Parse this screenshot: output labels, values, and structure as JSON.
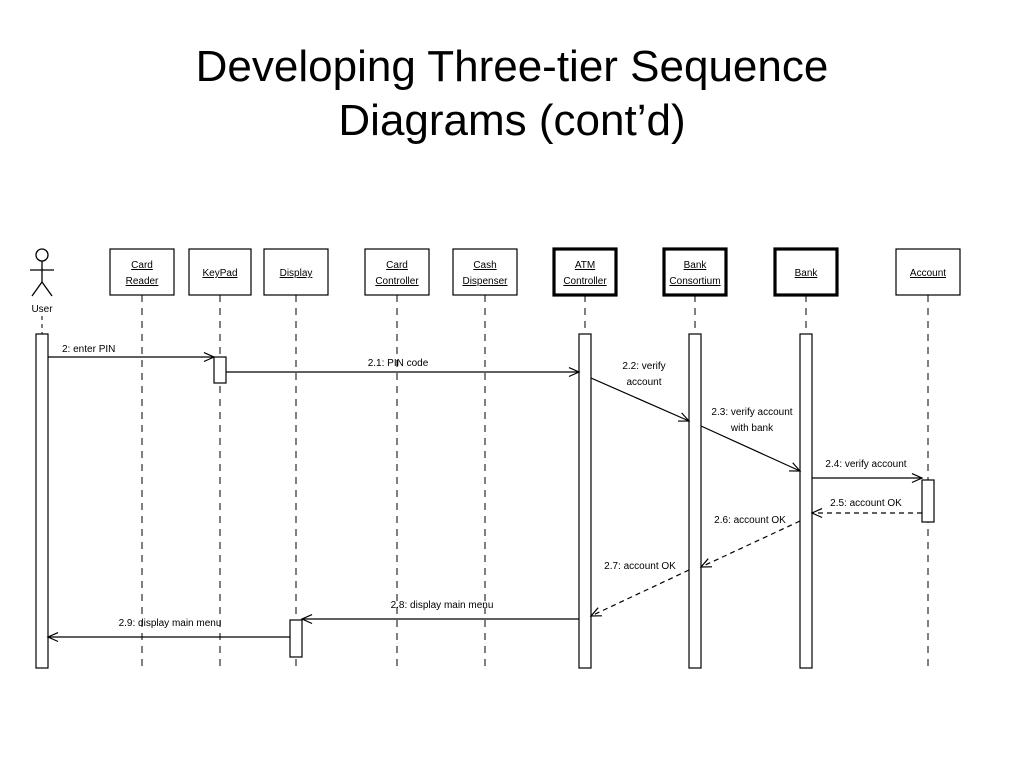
{
  "slide": {
    "title_line1": "Developing Three-tier Sequence",
    "title_line2": "Diagrams (cont’d)"
  },
  "diagram": {
    "actor": {
      "label": "User"
    },
    "participants": [
      {
        "id": "card-reader",
        "lines": [
          "Card",
          "Reader"
        ],
        "bold": false
      },
      {
        "id": "keypad",
        "lines": [
          "KeyPad"
        ],
        "bold": false
      },
      {
        "id": "display",
        "lines": [
          "Display"
        ],
        "bold": false
      },
      {
        "id": "card-controller",
        "lines": [
          "Card",
          "Controller"
        ],
        "bold": false
      },
      {
        "id": "cash-dispenser",
        "lines": [
          "Cash",
          "Dispenser"
        ],
        "bold": false
      },
      {
        "id": "atm-controller",
        "lines": [
          "ATM",
          "Controller"
        ],
        "bold": true
      },
      {
        "id": "bank-consortium",
        "lines": [
          "Bank",
          "Consortium"
        ],
        "bold": true
      },
      {
        "id": "bank",
        "lines": [
          "Bank"
        ],
        "bold": true
      },
      {
        "id": "account",
        "lines": [
          "Account"
        ],
        "bold": false
      }
    ],
    "messages": [
      {
        "id": "enter-pin",
        "lines": [
          "2: enter PIN"
        ],
        "from": "user",
        "to": "keypad",
        "style": "sync"
      },
      {
        "id": "pin-code",
        "lines": [
          "2.1: PIN code"
        ],
        "from": "keypad",
        "to": "atm-controller",
        "style": "sync"
      },
      {
        "id": "verify-account",
        "lines": [
          "2.2: verify",
          "account"
        ],
        "from": "atm-controller",
        "to": "bank-consortium",
        "style": "sync"
      },
      {
        "id": "verify-account-with-bank",
        "lines": [
          "2.3: verify account",
          "with bank"
        ],
        "from": "bank-consortium",
        "to": "bank",
        "style": "sync"
      },
      {
        "id": "verify-account-2",
        "lines": [
          "2.4: verify account"
        ],
        "from": "bank",
        "to": "account",
        "style": "sync"
      },
      {
        "id": "account-ok-1",
        "lines": [
          "2.5: account OK"
        ],
        "from": "account",
        "to": "bank",
        "style": "return"
      },
      {
        "id": "account-ok-2",
        "lines": [
          "2.6: account OK"
        ],
        "from": "bank",
        "to": "bank-consortium",
        "style": "return"
      },
      {
        "id": "account-ok-3",
        "lines": [
          "2.7: account OK"
        ],
        "from": "bank-consortium",
        "to": "atm-controller",
        "style": "return"
      },
      {
        "id": "display-main-menu",
        "lines": [
          "2.8: display main menu"
        ],
        "from": "atm-controller",
        "to": "display",
        "style": "sync"
      },
      {
        "id": "display-main-menu-2",
        "lines": [
          "2.9: display main menu"
        ],
        "from": "display",
        "to": "user",
        "style": "sync"
      }
    ]
  }
}
